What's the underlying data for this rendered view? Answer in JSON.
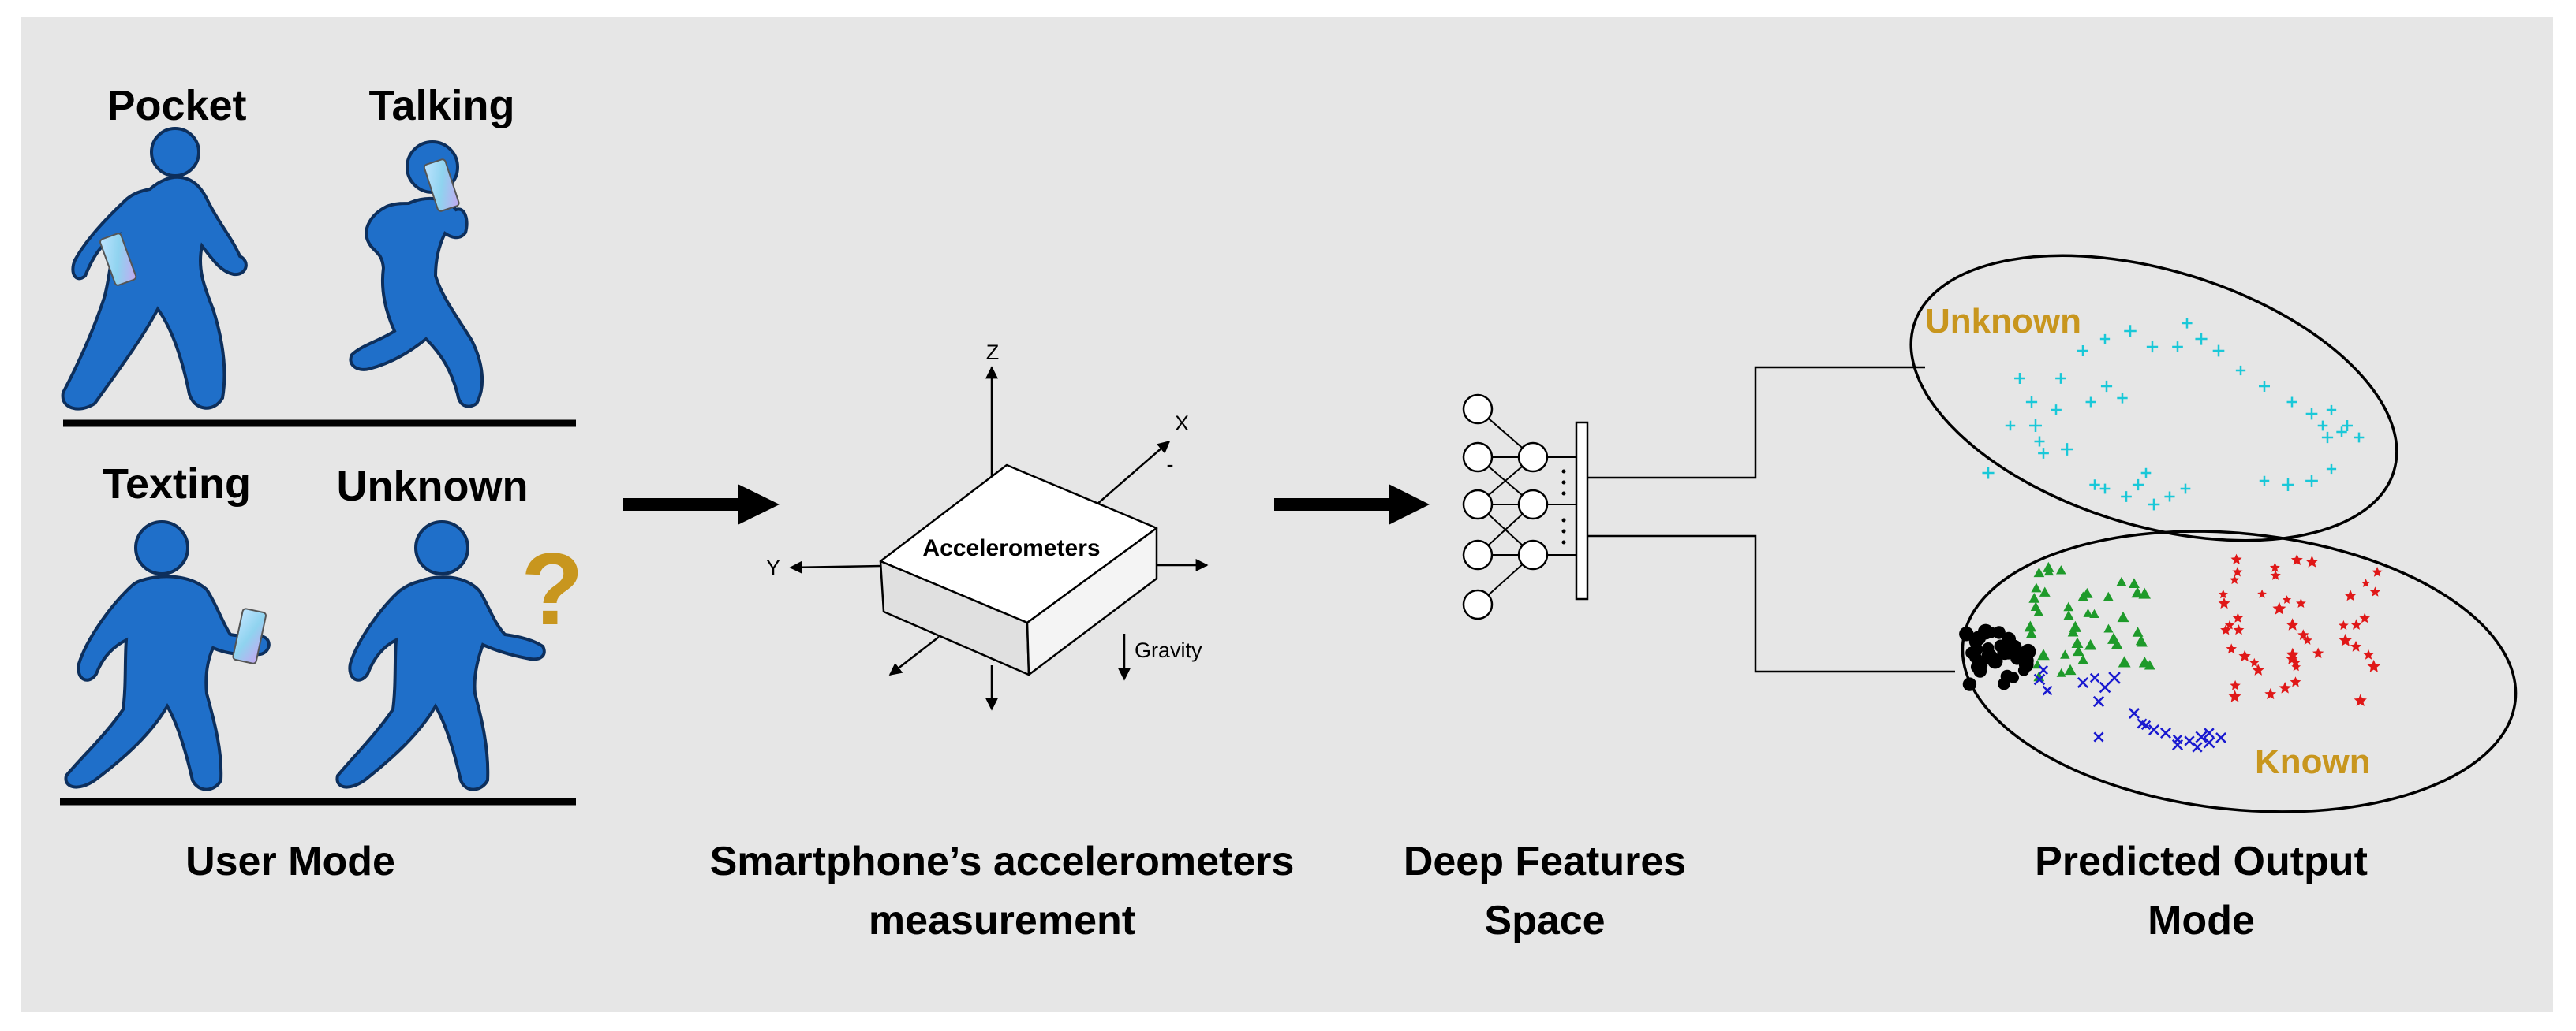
{
  "user_mode": {
    "pocket": "Pocket",
    "talking": "Talking",
    "texting": "Texting",
    "unknown": "Unknown",
    "question_mark": "?",
    "caption": "User Mode"
  },
  "accelerometer": {
    "box_label": "Accelerometers",
    "axis_z": "Z",
    "axis_x": "X",
    "axis_x_sign": "-",
    "axis_y": "Y",
    "gravity": "Gravity",
    "caption_line1": "Smartphone’s accelerometers",
    "caption_line2": "measurement"
  },
  "deep_features": {
    "caption_line1": "Deep Features",
    "caption_line2": "Space"
  },
  "output": {
    "unknown_label": "Unknown",
    "known_label": "Known",
    "caption_line1": "Predicted Output",
    "caption_line2": "Mode"
  },
  "colors": {
    "background": "#e6e6e6",
    "figure_blue": "#1f6fc9",
    "figure_outline": "#0d2f5c",
    "cluster_label": "#c8961e",
    "cyan": "#19c8d8",
    "green": "#1e9a2a",
    "black": "#000000",
    "blue": "#1a1ad0",
    "red": "#e01818"
  }
}
